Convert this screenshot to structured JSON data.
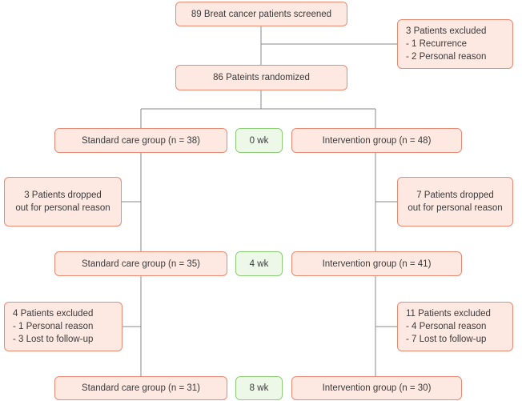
{
  "flow": {
    "screened": "89 Breat cancer patients screened",
    "excluded_initial": [
      "3 Patients excluded",
      "- 1 Recurrence",
      "- 2 Personal reason"
    ],
    "randomized": "86 Pateints randomized",
    "timepoints": [
      "0 wk",
      "4 wk",
      "8 wk"
    ],
    "standard_arm": {
      "groups": [
        "Standard care group (n = 38)",
        "Standard care group (n = 35)",
        "Standard care group (n = 31)"
      ],
      "dropped": [
        "3 Patients dropped",
        "out for personal reason"
      ],
      "excluded": [
        "4 Patients excluded",
        "- 1 Personal reason",
        "- 3 Lost to follow-up"
      ]
    },
    "intervention_arm": {
      "groups": [
        "Intervention group (n = 48)",
        "Intervention group (n = 41)",
        "Intervention group (n = 30)"
      ],
      "dropped": [
        "7 Patients dropped",
        "out for personal reason"
      ],
      "excluded": [
        "11 Patients excluded",
        "- 4 Personal reason",
        "- 7 Lost to follow-up"
      ]
    }
  },
  "colors": {
    "box_fill": "#fde9e2",
    "box_border": "#ea8a72",
    "time_fill": "#eef8e9",
    "time_border": "#8ccf76",
    "line": "#8a8a8a"
  }
}
